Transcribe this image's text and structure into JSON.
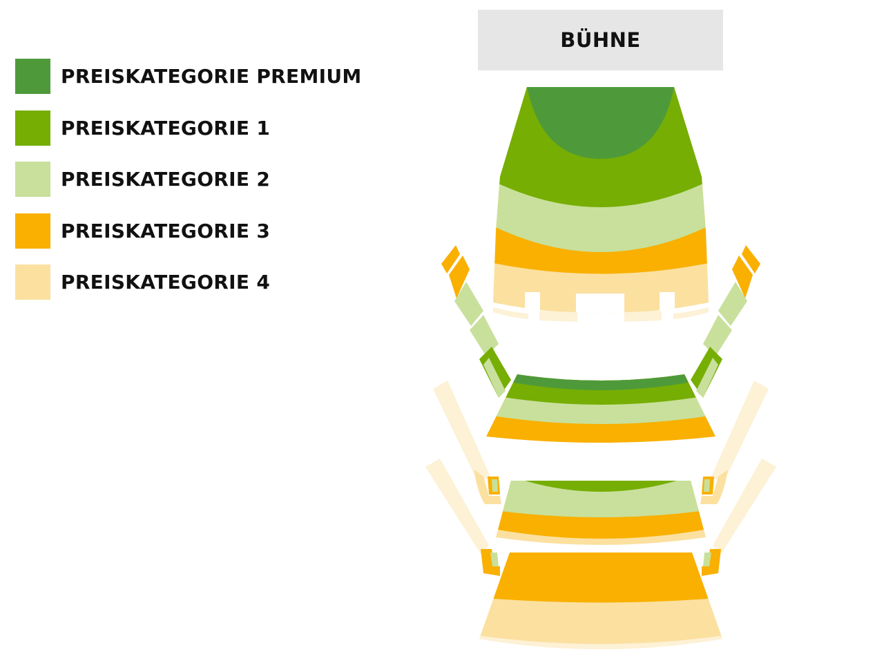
{
  "legend": {
    "items": [
      {
        "label": "PREISKATEGORIE PREMIUM",
        "color": "#4e9a3a"
      },
      {
        "label": "PREISKATEGORIE 1",
        "color": "#76ae03"
      },
      {
        "label": "PREISKATEGORIE 2",
        "color": "#c8e09c"
      },
      {
        "label": "PREISKATEGORIE 3",
        "color": "#f9b000"
      },
      {
        "label": "PREISKATEGORIE 4",
        "color": "#fbe0a0"
      }
    ]
  },
  "stage": {
    "label": "BÜHNE",
    "color": "#e6e6e6"
  },
  "colors": {
    "premium": "#4e9a3a",
    "cat1": "#76ae03",
    "cat2": "#c8e09c",
    "cat3": "#f9b000",
    "cat4": "#fbe0a0",
    "cat4_light": "#fdf1d6"
  }
}
